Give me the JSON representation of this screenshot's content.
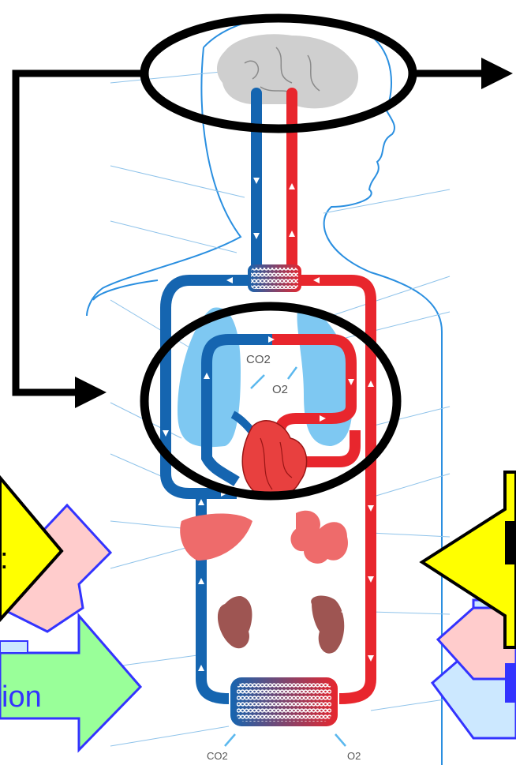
{
  "labels": {
    "co2_lung": "CO2",
    "o2_lung": "O2",
    "co2_tissue": "CO2",
    "o2_tissue": "O2",
    "left_green_arrow_text": "ion"
  },
  "colors": {
    "artery_red": "#e8262d",
    "vein_blue": "#1565b0",
    "lung_blue": "#7ec8f2",
    "brain_gray": "#cfcfcf",
    "organ_red": "#ee6b6b",
    "kidney_brown": "#9e5552",
    "body_outline": "#2a8fe0",
    "yellow_arrow": "#ffff00",
    "pink_arrow": "#ffcccc",
    "green_arrow": "#99ff99",
    "light_blue_arrow": "#cce8ff",
    "arrow_outline": "#3333ff"
  }
}
